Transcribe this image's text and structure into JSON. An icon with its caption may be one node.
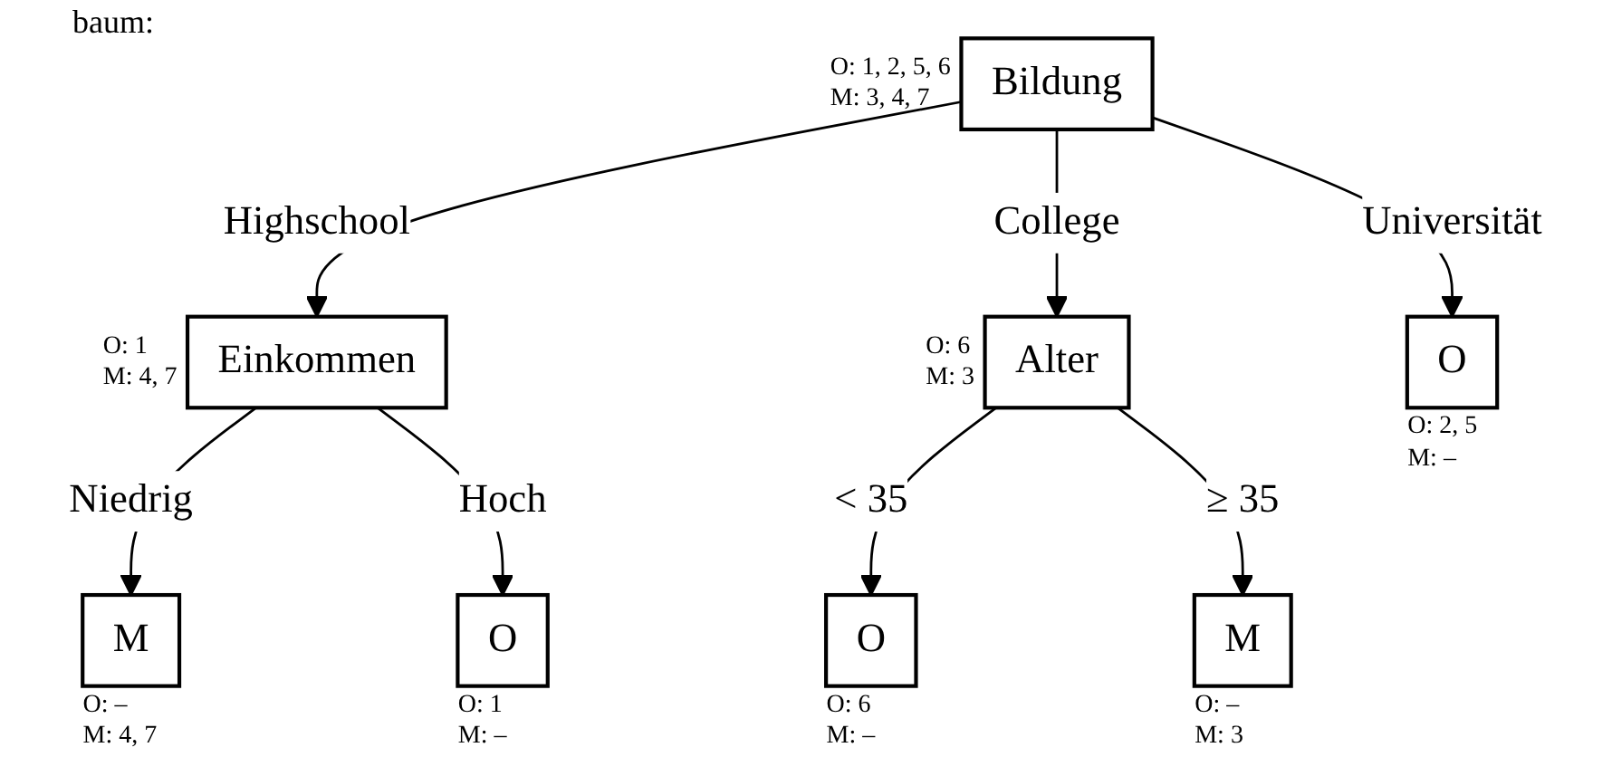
{
  "diagram": {
    "nodes": [
      {
        "text": [
          "Bildung"
        ],
        "beside": [
          "O: 1, 2, 5, 6",
          "M: 3, 4, 7"
        ]
      },
      {
        "text": [
          "Einkommen"
        ],
        "beside": [
          "O: 1",
          "M: 4, 7"
        ]
      },
      {
        "text": [
          "Alter"
        ],
        "beside": [
          "O: 6",
          "M: 3"
        ]
      },
      {
        "text": [
          "O"
        ],
        "beside": [
          "O: 2, 5",
          "M: –"
        ]
      },
      {
        "text": [
          "M"
        ],
        "beside": [
          "O: –",
          "M: 4, 7"
        ]
      },
      {
        "text": [
          "O"
        ],
        "beside": [
          "O: 1",
          "M: –"
        ]
      },
      {
        "text": [
          "O"
        ],
        "beside": [
          "O: 6",
          "M: –"
        ]
      },
      {
        "text": [
          "M"
        ],
        "beside": [
          "O: –",
          "M: 3"
        ]
      }
    ],
    "edges": [
      {
        "from": 0,
        "to": 1,
        "arrow": "to",
        "label": "Highschool"
      },
      {
        "from": 0,
        "to": 2,
        "arrow": "to",
        "label": "College"
      },
      {
        "from": 0,
        "to": 3,
        "arrow": "to",
        "label": "Universität"
      },
      {
        "from": 1,
        "to": 4,
        "arrow": "to",
        "label": "Niedrig"
      },
      {
        "from": 1,
        "to": 5,
        "arrow": "to",
        "label": "Hoch"
      },
      {
        "from": 2,
        "to": 6,
        "arrow": "to",
        "label": "< 35"
      },
      {
        "from": 2,
        "to": 7,
        "arrow": "to",
        "label": "≥ 35"
      }
    ],
    "labels": [
      "baum:"
    ]
  }
}
